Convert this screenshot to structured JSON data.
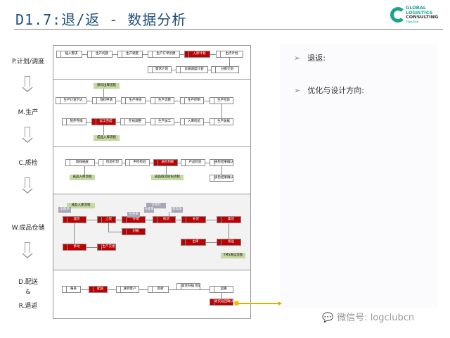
{
  "header": {
    "title": "D1.7:退/返 - 数据分析",
    "logo_lines": [
      "GLOBAL",
      "LOGISTICS",
      "CONSULTING"
    ],
    "logo_sub": "环球物流咨询"
  },
  "stages": [
    {
      "label": "P.计划/调度"
    },
    {
      "label": "M.生产"
    },
    {
      "label": "C.质检"
    },
    {
      "label": "W.成品仓储"
    },
    {
      "label": "D.配送"
    },
    {
      "label": "&"
    },
    {
      "label": "R.退返"
    }
  ],
  "sections": {
    "P": {
      "nodes": [
        {
          "label": "插入需求"
        },
        {
          "label": "生产问题"
        },
        {
          "label": "生产调度"
        },
        {
          "label": "生产订单创建"
        },
        {
          "label": "入库计划",
          "red": true
        },
        {
          "label": "出点计划"
        },
        {
          "label": "需求计划"
        },
        {
          "label": "车辆调度计划"
        },
        {
          "label": "分拣计划"
        }
      ]
    },
    "M": {
      "nodes": [
        {
          "label": "生产计划下达"
        },
        {
          "label": "领料申请"
        },
        {
          "label": "生产开始"
        },
        {
          "label": "生产流转"
        },
        {
          "label": "生产控制"
        },
        {
          "label": "生产检验"
        },
        {
          "label": "暂存存储"
        },
        {
          "label": "返工完成",
          "red": true
        },
        {
          "label": "在线调整"
        },
        {
          "label": "生产加工"
        },
        {
          "label": "入库检验"
        },
        {
          "label": "生产收尾"
        }
      ],
      "tags": [
        {
          "label": "原料出库流程"
        },
        {
          "label": "成品入库流程"
        }
      ]
    },
    "C": {
      "nodes": [
        {
          "label": "取样抽查"
        },
        {
          "label": "检验打印"
        },
        {
          "label": "半检检验"
        },
        {
          "label": "质检判断",
          "red": true
        },
        {
          "label": "产品检验"
        },
        {
          "label": "质检结果确认"
        },
        {
          "label": "质检结果确认"
        }
      ],
      "tags": [
        {
          "label": "成品入库流程"
        },
        {
          "label": "成品取货拆份流程"
        }
      ]
    },
    "W": {
      "nodes": [
        {
          "label": "理货",
          "red": true
        },
        {
          "label": "上架",
          "red": true
        },
        {
          "label": "存储",
          "red": true
        },
        {
          "label": "拣货",
          "red": true
        },
        {
          "label": "补货",
          "red": true
        },
        {
          "label": "集货",
          "red": true
        },
        {
          "label": "封箱",
          "red": true
        },
        {
          "label": "移动",
          "red": true
        },
        {
          "label": "生产交接",
          "red": true
        },
        {
          "label": "发运",
          "red": true
        },
        {
          "label": "出库",
          "red": true
        }
      ],
      "tags": [
        {
          "label": "成品入库流程"
        },
        {
          "label": "出库单"
        },
        {
          "label": "订单行"
        },
        {
          "label": "分拣单"
        },
        {
          "label": "装车单"
        },
        {
          "label": "任务单"
        },
        {
          "label": "TMS发运流程"
        }
      ]
    },
    "D": {
      "nodes": [
        {
          "label": "报关"
        },
        {
          "label": "配送",
          "red": true
        },
        {
          "label": "送到客户"
        },
        {
          "label": "签收"
        },
        {
          "label": "收货扫描 签收发运"
        },
        {
          "label": "运输"
        },
        {
          "label": "退货返回确认",
          "red": true
        }
      ]
    }
  },
  "panel": {
    "bullets": [
      {
        "marker": "➢",
        "text": "退返:"
      },
      {
        "marker": "➢",
        "text": "优化与设计方向:"
      }
    ]
  },
  "watermark": {
    "text": "微信号: logclubcn"
  },
  "colors": {
    "title": "#1f4e79",
    "accent_red": "#c00000",
    "tag_green": "#c5d9a0",
    "arrow_yellow": "#e0b000",
    "brand": "#1aa38f"
  }
}
